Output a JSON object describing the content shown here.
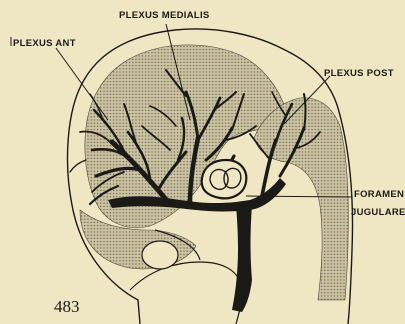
{
  "labels": {
    "plexus_ant": "PLEXUS ANT",
    "plexus_medialis": "PLEXUS MEDIALIS",
    "plexus_post": "PLEXUS POST",
    "foramen": "FORAMEN",
    "jugulare": "JUGULARE"
  },
  "figure_number": "483",
  "colors": {
    "paper": "#efe6c4",
    "ink": "#1b1a16",
    "stipple": "#cfc6a6"
  }
}
